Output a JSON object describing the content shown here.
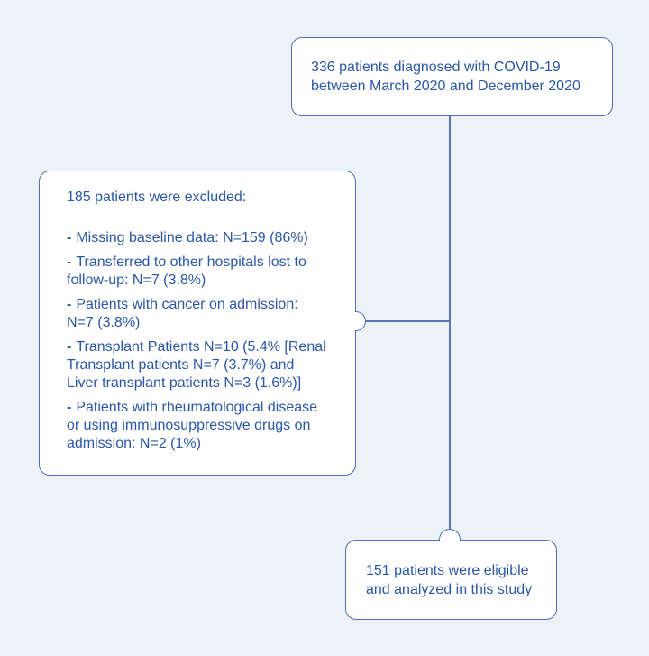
{
  "colors": {
    "background": "#edf2f7",
    "box_fill": "#ffffff",
    "box_border": "#4e6db2",
    "connector_line": "#5b76b8",
    "text": "#2a57a5"
  },
  "flowchart": {
    "top_box": {
      "text": "336 patients diagnosed with COVID-19\nbetween March 2020 and December 2020"
    },
    "exclusion_box": {
      "title": "185 patients were excluded:",
      "items": [
        {
          "bullet": "-",
          "text": "Missing baseline data: N=159 (86%)"
        },
        {
          "bullet": "-",
          "text": "Transferred to other hospitals lost to\nfollow-up: N=7 (3.8%)"
        },
        {
          "bullet": "-",
          "text": "Patients with cancer on admission:\nN=7 (3.8%)"
        },
        {
          "bullet": "-",
          "text": "Transplant Patients N=10 (5.4% [Renal\nTransplant patients N=7 (3.7%) and\nLiver transplant patients N=3 (1.6%)]"
        },
        {
          "bullet": "-",
          "text": "Patients with rheumatological disease\nor using immunosuppressive drugs on\nadmission: N=2 (1%)"
        }
      ]
    },
    "bottom_box": {
      "text": "151 patients were eligible\nand analyzed in this study"
    }
  }
}
